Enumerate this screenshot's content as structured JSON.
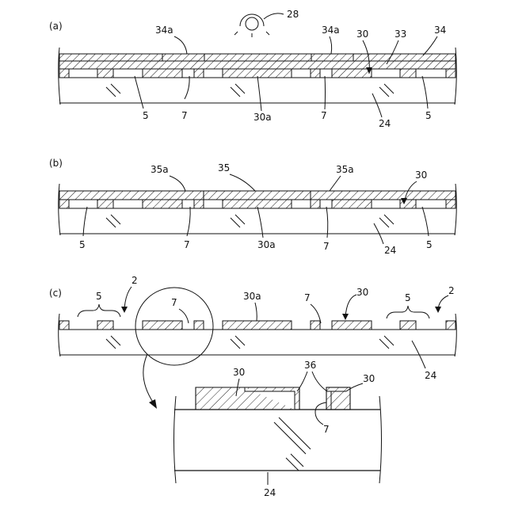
{
  "panels": {
    "a": {
      "letter": "(a)",
      "labels": {
        "light": "28",
        "mask_opening_1": "34a",
        "mask_opening_2": "34a",
        "film": "30",
        "layer": "33",
        "mask": "34",
        "pad_1": "5",
        "via_1": "7",
        "pattern": "30a",
        "via_2": "7",
        "substrate": "24",
        "pad_2": "5"
      }
    },
    "b": {
      "letter": "(b)",
      "labels": {
        "opening_1": "35a",
        "layer": "35",
        "opening_2": "35a",
        "film": "30",
        "pad_1": "5",
        "via_1": "7",
        "pattern": "30a",
        "via_2": "7",
        "substrate": "24",
        "pad_2": "5"
      }
    },
    "c": {
      "letter": "(c)",
      "labels": {
        "arrow_2_left": "2",
        "bracket_5_left": "5",
        "via_circle": "7",
        "pattern": "30a",
        "via_2": "7",
        "film": "30",
        "bracket_5_right": "5",
        "arrow_2_right": "2",
        "substrate": "24"
      }
    },
    "detail": {
      "labels": {
        "film_left": "30",
        "gap": "36",
        "film_right": "30",
        "via": "7",
        "substrate": "24"
      }
    }
  }
}
